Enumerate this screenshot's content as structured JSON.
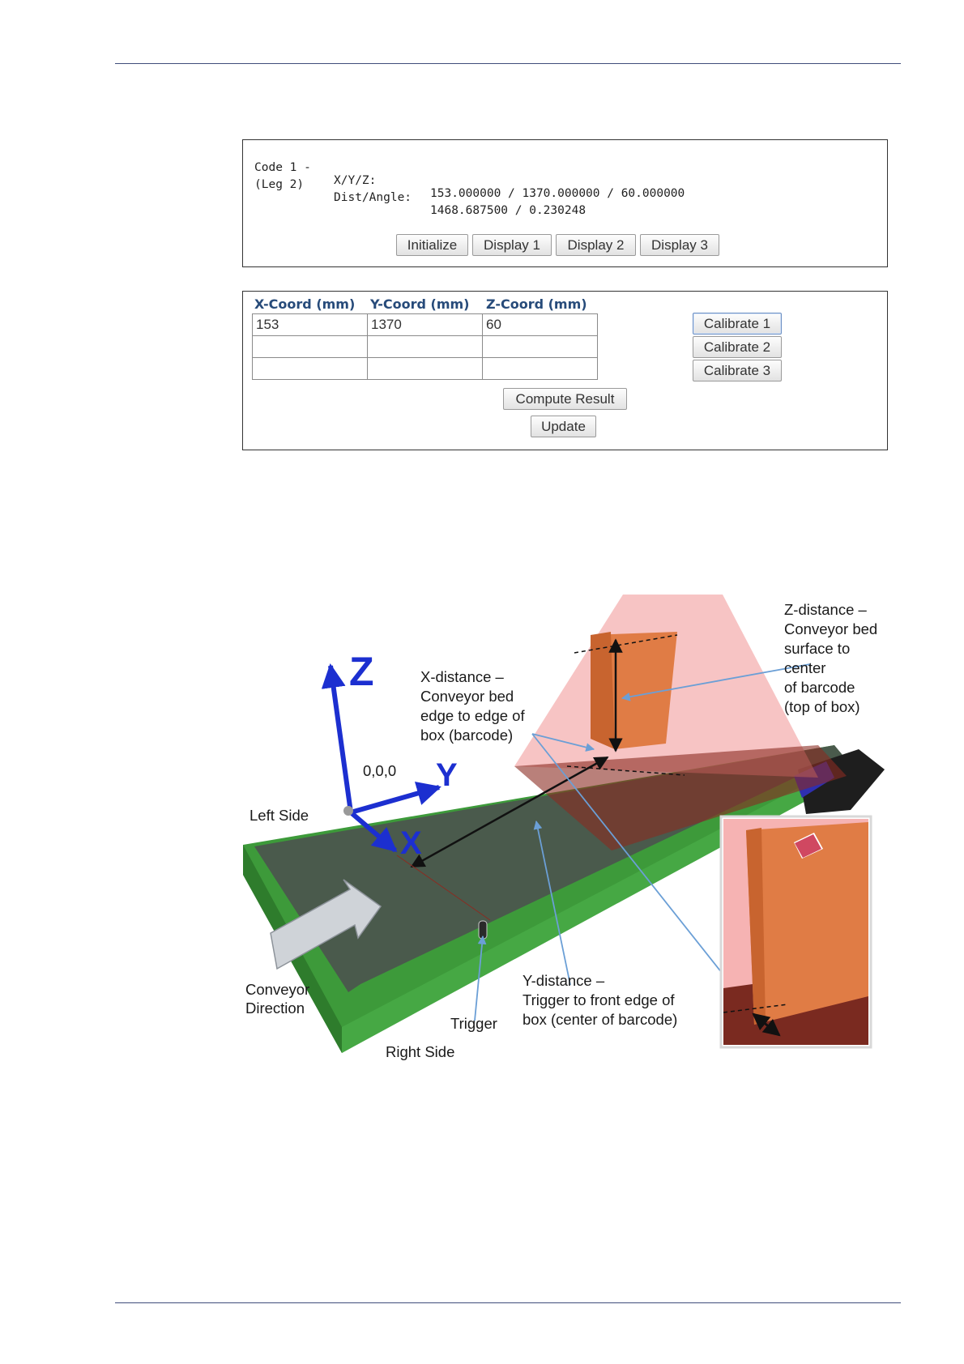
{
  "output_panel": {
    "line1_prefix": "Code 1 -",
    "line1_key": "X/Y/Z:",
    "line1_value": "153.000000 / 1370.000000 / 60.000000",
    "line2_prefix": "(Leg 2)",
    "line2_key": "Dist/Angle:",
    "line2_value": "1468.687500 / 0.230248",
    "buttons": {
      "initialize": "Initialize",
      "display1": "Display 1",
      "display2": "Display 2",
      "display3": "Display 3"
    }
  },
  "calibration_panel": {
    "headers": [
      "X-Coord (mm)",
      "Y-Coord (mm)",
      "Z-Coord (mm)"
    ],
    "rows": [
      [
        "153",
        "1370",
        "60"
      ],
      [
        "",
        "",
        ""
      ],
      [
        "",
        "",
        ""
      ]
    ],
    "calibrate_buttons": [
      "Calibrate 1",
      "Calibrate 2",
      "Calibrate 3"
    ],
    "compute_label": "Compute Result",
    "update_label": "Update"
  },
  "figure": {
    "axis_z": "Z",
    "axis_y": "Y",
    "axis_x": "X",
    "origin": "0,0,0",
    "left_side": "Left Side",
    "right_side": "Right Side",
    "trigger": "Trigger",
    "conveyor_direction": [
      "Conveyor",
      "Direction"
    ],
    "x_distance": [
      "X-distance –",
      "Conveyor bed",
      "edge to edge of",
      "box (barcode)"
    ],
    "y_distance": [
      "Y-distance –",
      "Trigger to front edge of",
      "box (center of barcode)"
    ],
    "z_distance": [
      "Z-distance –",
      "Conveyor bed",
      "surface to",
      "center",
      "of barcode",
      "(top of box)"
    ],
    "colors": {
      "belt": "#4a5a4c",
      "frame": "#3d9a3a",
      "box": "#e07c45",
      "scan_field": "#f4a5a5",
      "axes": "#1c2fd0",
      "leaders": "#6b9fd6"
    }
  }
}
